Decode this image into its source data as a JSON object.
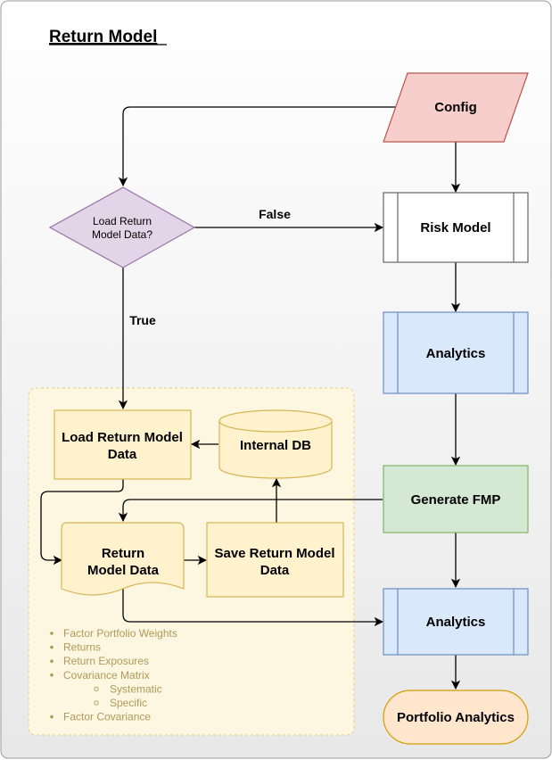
{
  "title": "Return Model",
  "nodes": {
    "config": "Config",
    "decision": [
      "Load Return",
      "Model Data?"
    ],
    "risk_model": "Risk Model",
    "analytics_1": "Analytics",
    "generate_fmp": "Generate FMP",
    "analytics_2": "Analytics",
    "portfolio_analytics": "Portfolio Analytics",
    "load_return_model_data": [
      "Load Return Model",
      "Data"
    ],
    "internal_db": "Internal DB",
    "return_model_data": [
      "Return",
      "Model Data"
    ],
    "save_return_model_data": [
      "Save Return Model",
      "Data"
    ]
  },
  "edge_labels": {
    "false": "False",
    "true": "True"
  },
  "contents_list": [
    {
      "text": "Factor Portfolio Weights",
      "level": 1
    },
    {
      "text": "Returns",
      "level": 1
    },
    {
      "text": "Return Exposures",
      "level": 1
    },
    {
      "text": "Covariance Matrix",
      "level": 1
    },
    {
      "text": "Systematic",
      "level": 2
    },
    {
      "text": "Specific",
      "level": 2
    },
    {
      "text": "Factor Covariance",
      "level": 1
    }
  ],
  "colors": {
    "config_fill": "#f8cecc",
    "config_stroke": "#b85450",
    "decision_fill": "#e1d5e7",
    "decision_stroke": "#9673a6",
    "analytics_fill": "#dae8fc",
    "analytics_stroke": "#6c8ebf",
    "fmp_fill": "#d5e8d4",
    "fmp_stroke": "#82b366",
    "terminal_fill": "#ffe6cc",
    "terminal_stroke": "#d79b00",
    "yellow_fill": "#fff2cc",
    "yellow_stroke": "#d6b656"
  }
}
